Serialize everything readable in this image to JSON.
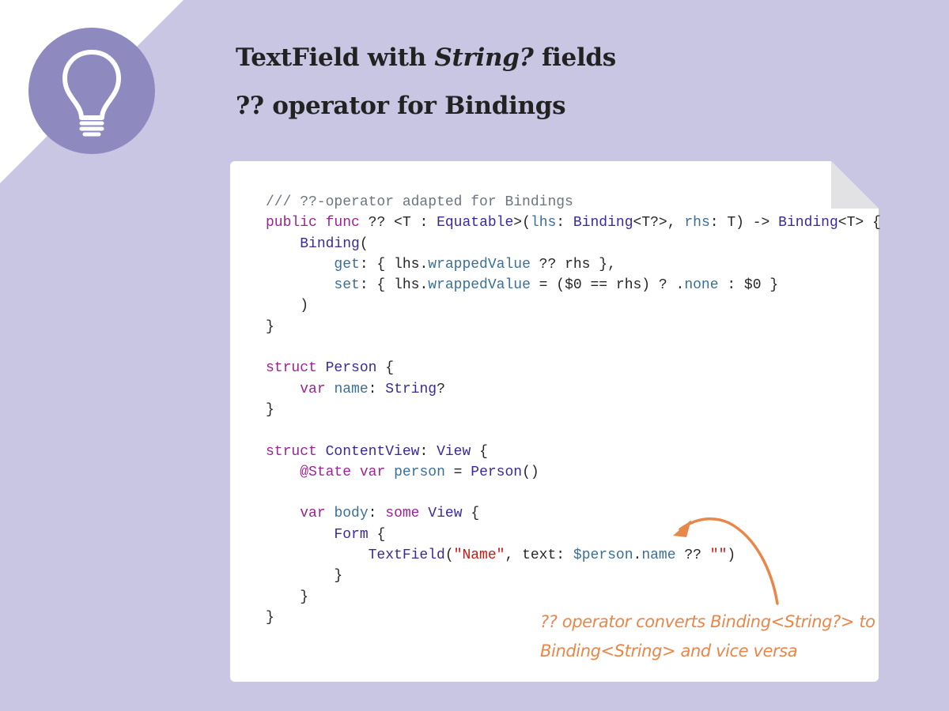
{
  "title_line1": {
    "prefix": "TextField with ",
    "emph": "String?",
    "suffix": " fields"
  },
  "title_line2": "?? operator for Bindings",
  "icon": "lightbulb-icon",
  "colors": {
    "background": "#c8c6e2",
    "icon_circle": "#8e89bf",
    "keyword": "#9b2393",
    "type": "#3b2a96",
    "property": "#3a6f9a",
    "string": "#c41a16",
    "comment": "#6d7480",
    "annotation": "#e8874a"
  },
  "code_lines": [
    [
      [
        "cm",
        "/// ??-operator adapted for Bindings"
      ]
    ],
    [
      [
        "kw",
        "public"
      ],
      [
        "pl",
        " "
      ],
      [
        "kw",
        "func"
      ],
      [
        "pl",
        " ?? <T : "
      ],
      [
        "ty",
        "Equatable"
      ],
      [
        "pl",
        ">("
      ],
      [
        "pr",
        "lhs"
      ],
      [
        "pl",
        ": "
      ],
      [
        "ty",
        "Binding"
      ],
      [
        "pl",
        "<T?>, "
      ],
      [
        "pr",
        "rhs"
      ],
      [
        "pl",
        ": T) -> "
      ],
      [
        "ty",
        "Binding"
      ],
      [
        "pl",
        "<T> {"
      ]
    ],
    [
      [
        "pl",
        "    "
      ],
      [
        "ty",
        "Binding"
      ],
      [
        "pl",
        "("
      ]
    ],
    [
      [
        "pl",
        "        "
      ],
      [
        "pr",
        "get"
      ],
      [
        "pl",
        ": { lhs."
      ],
      [
        "pr",
        "wrappedValue"
      ],
      [
        "pl",
        " ?? rhs },"
      ]
    ],
    [
      [
        "pl",
        "        "
      ],
      [
        "pr",
        "set"
      ],
      [
        "pl",
        ": { lhs."
      ],
      [
        "pr",
        "wrappedValue"
      ],
      [
        "pl",
        " = ($0 == rhs) ? ."
      ],
      [
        "pr",
        "none"
      ],
      [
        "pl",
        " : $0 }"
      ]
    ],
    [
      [
        "pl",
        "    )"
      ]
    ],
    [
      [
        "pl",
        "}"
      ]
    ],
    [
      [
        "pl",
        ""
      ]
    ],
    [
      [
        "kw",
        "struct"
      ],
      [
        "pl",
        " "
      ],
      [
        "ty",
        "Person"
      ],
      [
        "pl",
        " {"
      ]
    ],
    [
      [
        "pl",
        "    "
      ],
      [
        "kw",
        "var"
      ],
      [
        "pl",
        " "
      ],
      [
        "pr",
        "name"
      ],
      [
        "pl",
        ": "
      ],
      [
        "ty",
        "String"
      ],
      [
        "pl",
        "?"
      ]
    ],
    [
      [
        "pl",
        "}"
      ]
    ],
    [
      [
        "pl",
        ""
      ]
    ],
    [
      [
        "kw",
        "struct"
      ],
      [
        "pl",
        " "
      ],
      [
        "ty",
        "ContentView"
      ],
      [
        "pl",
        ": "
      ],
      [
        "ty",
        "View"
      ],
      [
        "pl",
        " {"
      ]
    ],
    [
      [
        "pl",
        "    "
      ],
      [
        "kw",
        "@State"
      ],
      [
        "pl",
        " "
      ],
      [
        "kw",
        "var"
      ],
      [
        "pl",
        " "
      ],
      [
        "pr",
        "person"
      ],
      [
        "pl",
        " = "
      ],
      [
        "ty",
        "Person"
      ],
      [
        "pl",
        "()"
      ]
    ],
    [
      [
        "pl",
        ""
      ]
    ],
    [
      [
        "pl",
        "    "
      ],
      [
        "kw",
        "var"
      ],
      [
        "pl",
        " "
      ],
      [
        "pr",
        "body"
      ],
      [
        "pl",
        ": "
      ],
      [
        "kw",
        "some"
      ],
      [
        "pl",
        " "
      ],
      [
        "ty",
        "View"
      ],
      [
        "pl",
        " {"
      ]
    ],
    [
      [
        "pl",
        "        "
      ],
      [
        "ty",
        "Form"
      ],
      [
        "pl",
        " {"
      ]
    ],
    [
      [
        "pl",
        "            "
      ],
      [
        "ty",
        "TextField"
      ],
      [
        "pl",
        "("
      ],
      [
        "st",
        "\"Name\""
      ],
      [
        "pl",
        ", text: "
      ],
      [
        "pr",
        "$person"
      ],
      [
        "pl",
        "."
      ],
      [
        "pr",
        "name"
      ],
      [
        "pl",
        " ?? "
      ],
      [
        "st",
        "\"\""
      ],
      [
        "pl",
        ")"
      ]
    ],
    [
      [
        "pl",
        "        }"
      ]
    ],
    [
      [
        "pl",
        "    }"
      ]
    ],
    [
      [
        "pl",
        "}"
      ]
    ]
  ],
  "annotation": {
    "line1": "?? operator converts Binding<String?> to",
    "line2": "Binding<String> and vice versa"
  }
}
